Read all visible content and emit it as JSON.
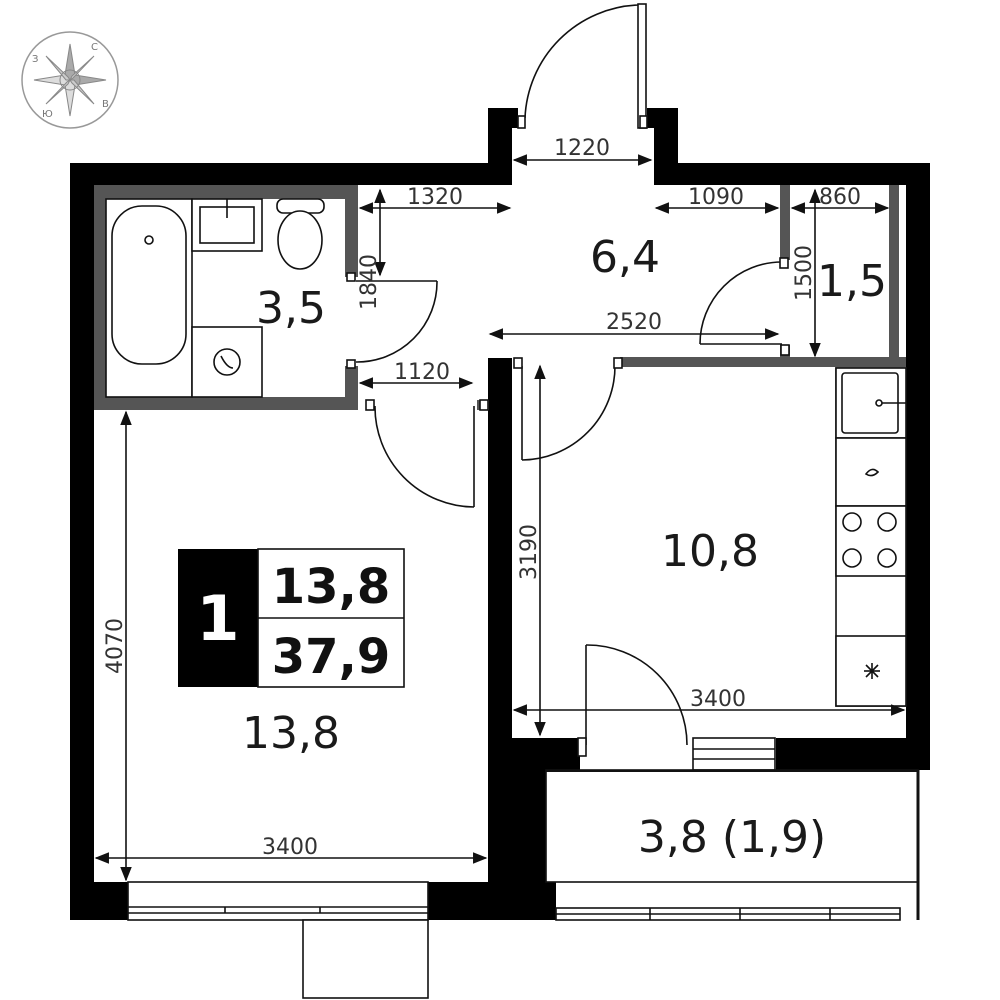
{
  "summary": {
    "rooms_count": "1",
    "living_area": "13,8",
    "total_area": "37,9"
  },
  "rooms": {
    "bathroom": "3,5",
    "hall": "6,4",
    "storage": "1,5",
    "kitchen": "10,8",
    "living": "13,8",
    "balcony": "3,8 (1,9)"
  },
  "dimensions": {
    "entrance_door": "1220",
    "hall_left": "1320",
    "hall_right": "1090",
    "storage_width": "860",
    "storage_height": "1500",
    "bath_height": "1840",
    "hall_width": "2520",
    "living_door": "1120",
    "kitchen_height": "3190",
    "kitchen_width": "3400",
    "living_height": "4070",
    "living_width": "3400"
  },
  "compass": {
    "north": "С",
    "east": "В",
    "south": "Ю",
    "west": "З"
  },
  "colors": {
    "wall": "#000000",
    "partition": "#555555",
    "badge": "#000000"
  }
}
